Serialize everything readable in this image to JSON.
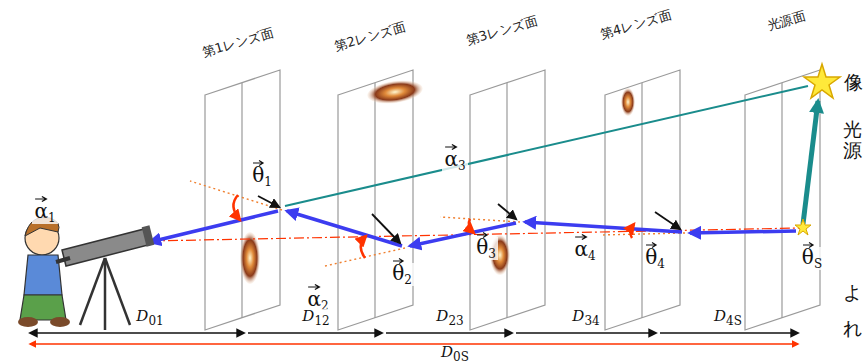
{
  "diagram": {
    "labels": [
      "第1レンズ面",
      "第2レンズ面",
      "第3レンズ面",
      "第4レンズ面",
      "光源面",
      "像",
      "光源",
      "α1",
      "θ1",
      "α2",
      "θ2",
      "α3",
      "θ3",
      "α4",
      "θ4",
      "θS",
      "D01",
      "D12",
      "D23",
      "D34",
      "D4S",
      "D0S",
      "よ",
      "れ"
    ]
  }
}
